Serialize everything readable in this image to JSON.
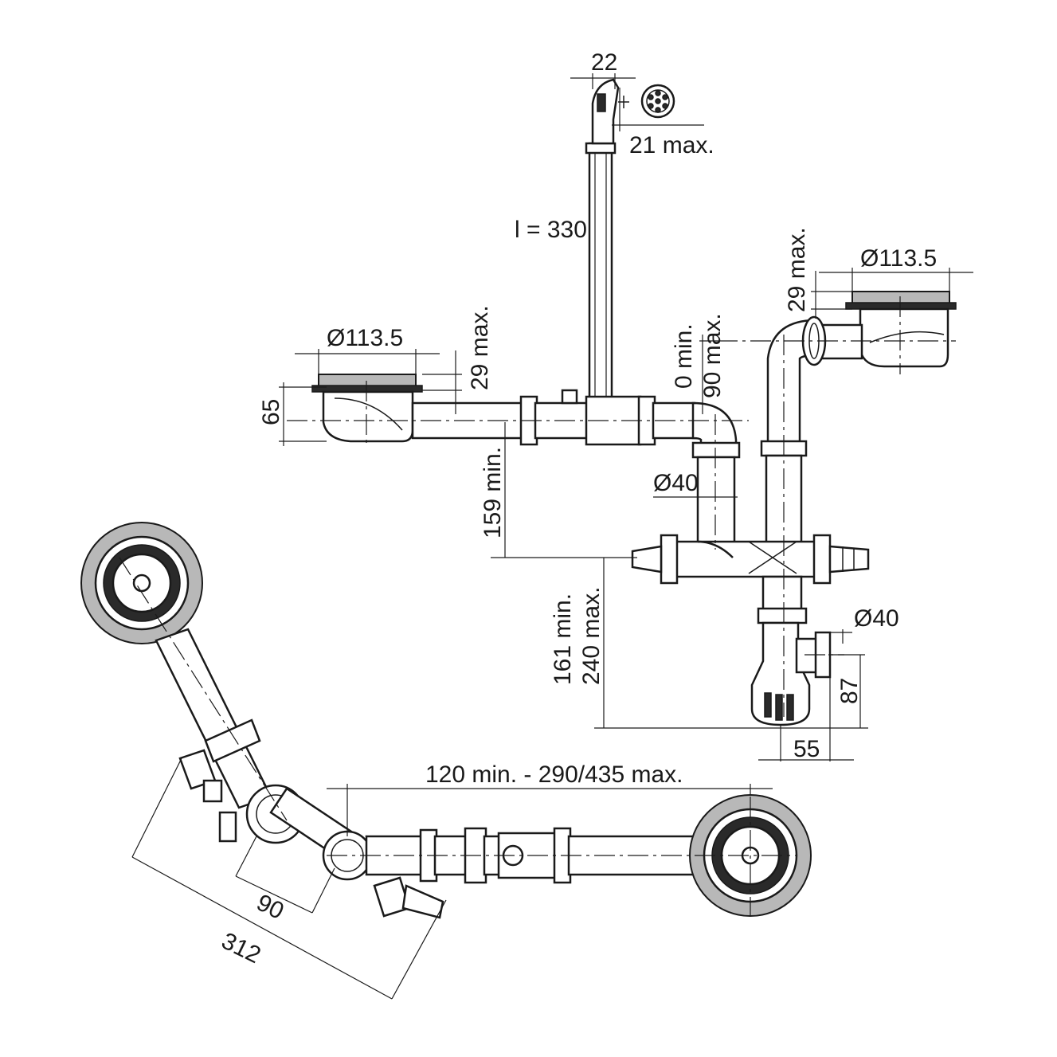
{
  "dimensions": {
    "overflow_width": "22",
    "overflow_depth": "21 max.",
    "overflow_length": "l = 330",
    "left_basket_diameter": "Ø113.5",
    "left_basket_height": "29 max.",
    "left_depth": "65",
    "right_basket_diameter": "Ø113.5",
    "right_basket_height": "29 max.",
    "connector_offset_min": "0 min.",
    "connector_offset_max": "90 max.",
    "pipe_diameter_top": "Ø40",
    "drop_min": "159 min.",
    "trap_height_min": "161 min.",
    "trap_height_max": "240 max.",
    "outlet_diameter": "Ø40",
    "outlet_height": "87",
    "outlet_offset": "55",
    "span_range": "120 min. - 290/435 max.",
    "angled_short": "90",
    "angled_long": "312"
  }
}
